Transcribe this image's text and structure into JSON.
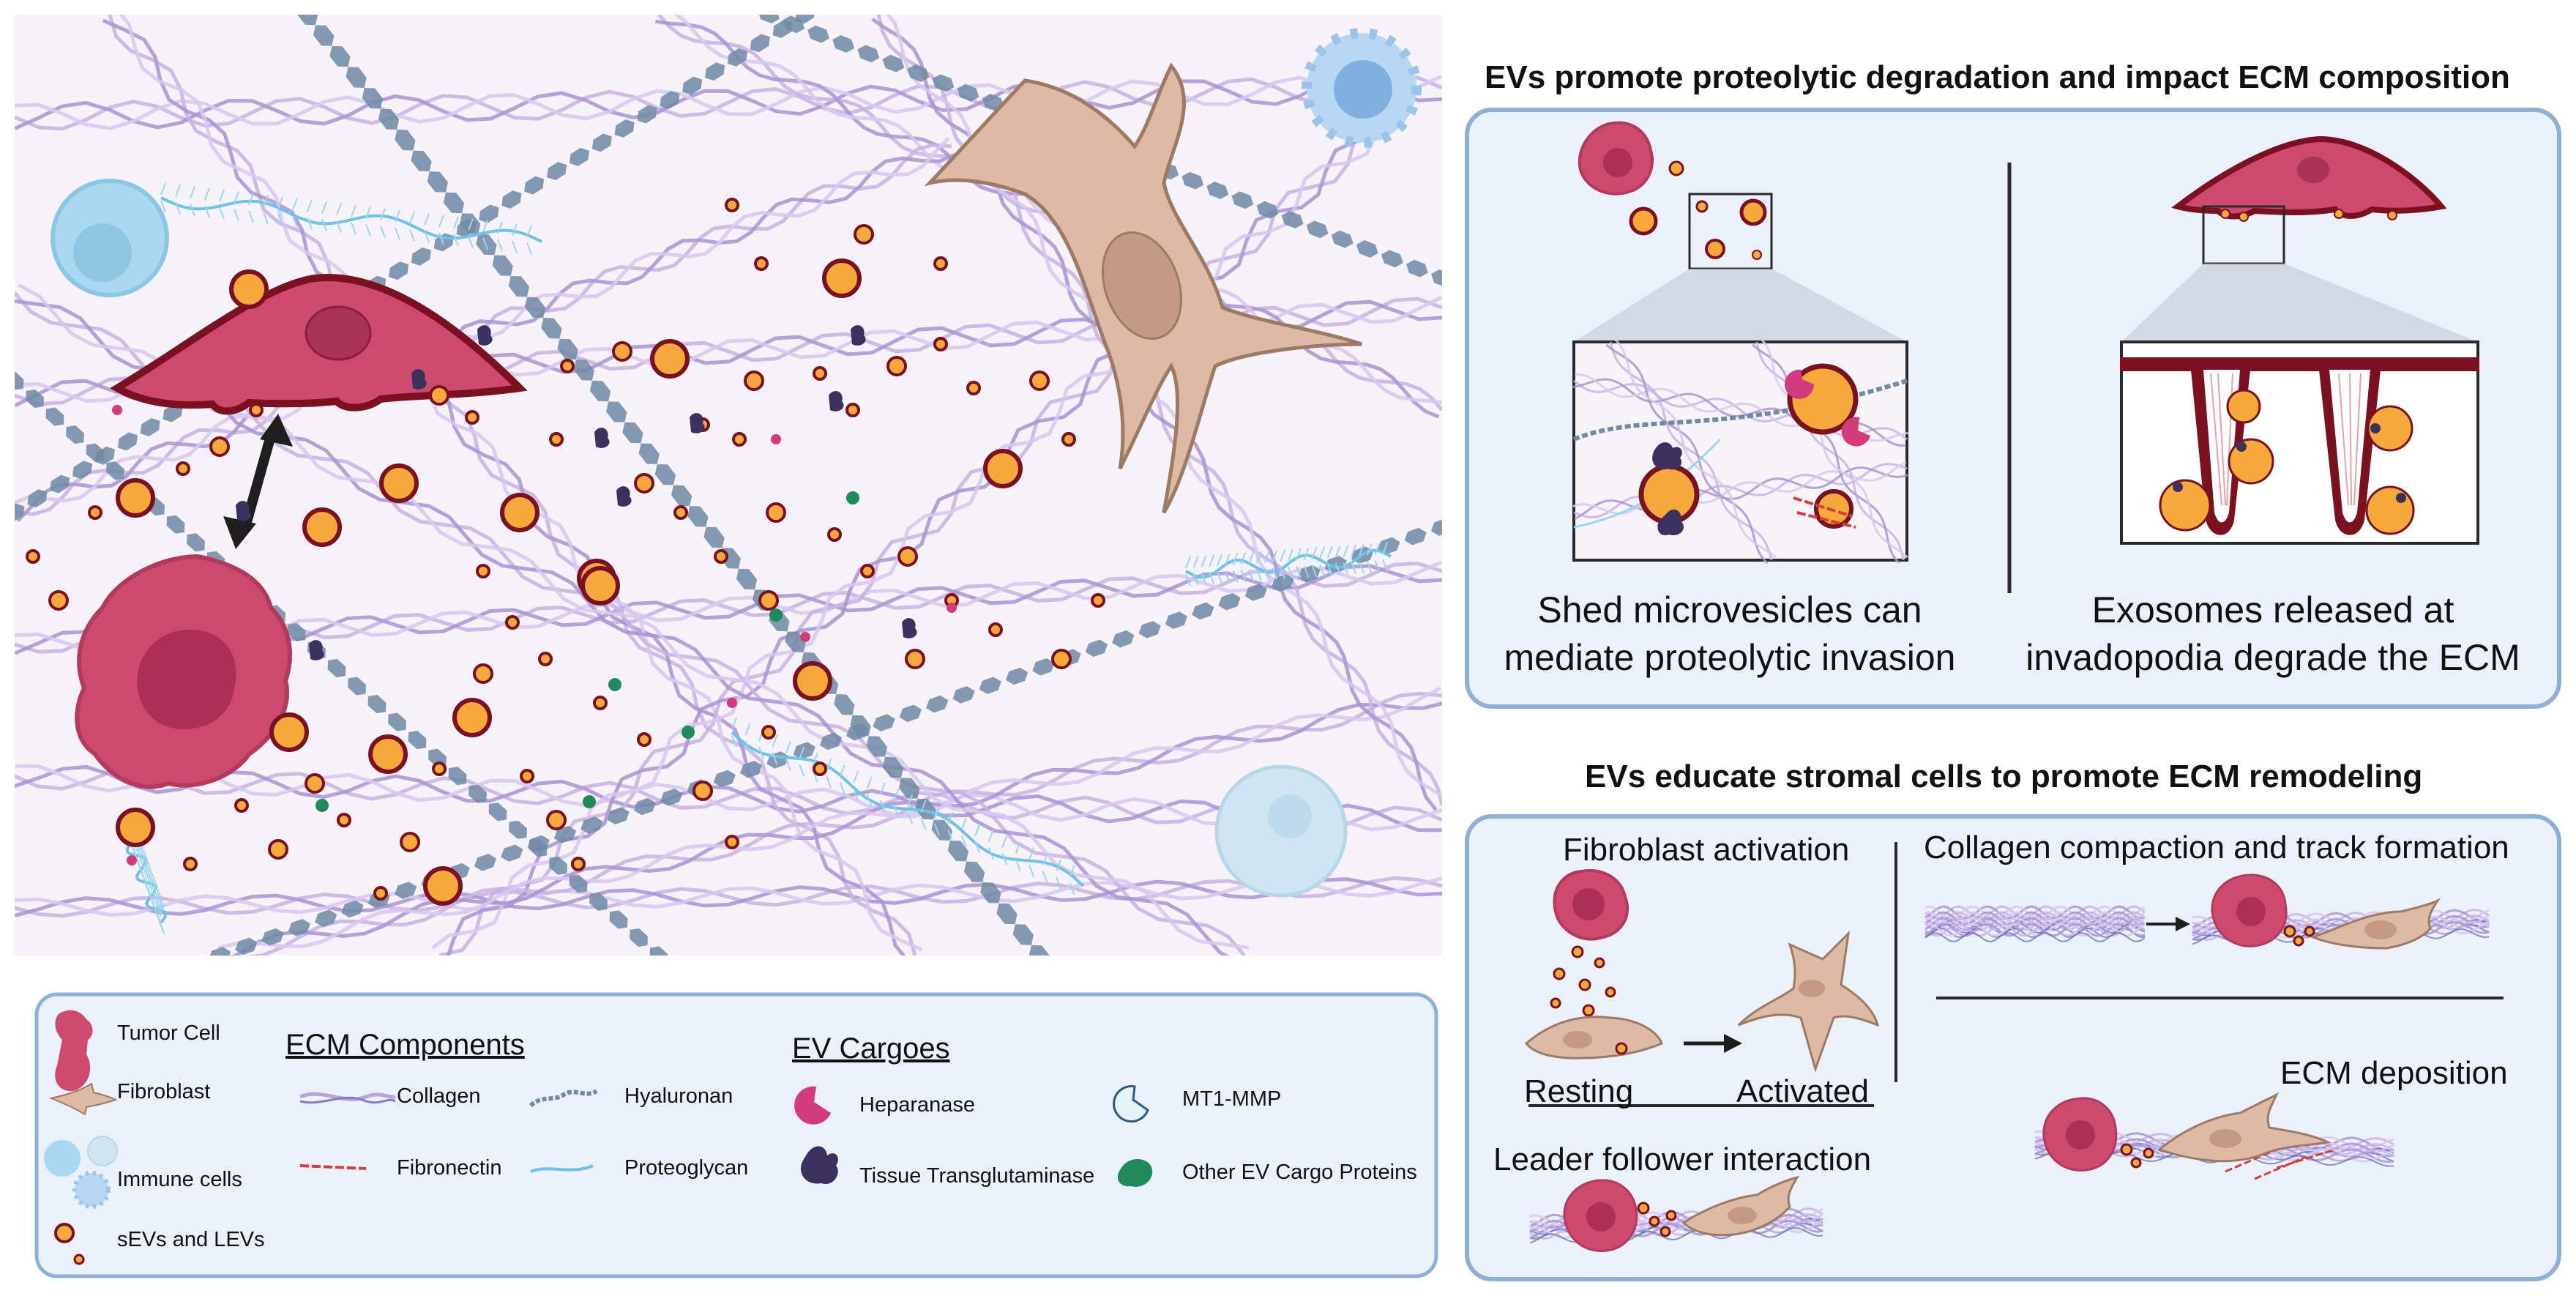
{
  "panel_top": {
    "title": "EVs promote proteolytic degradation and impact ECM composition",
    "left_caption_line1": "Shed microvesicles can",
    "left_caption_line2": "mediate proteolytic invasion",
    "right_caption_line1": "Exosomes released at",
    "right_caption_line2": "invadopodia degrade the ECM"
  },
  "panel_bottom": {
    "title": "EVs educate stromal cells to promote ECM remodeling",
    "fibroblast_activation": "Fibroblast activation",
    "resting": "Resting",
    "activated": "Activated",
    "collagen_compaction": "Collagen compaction and track formation",
    "ecm_deposition": "ECM deposition",
    "leader_follower": "Leader follower interaction"
  },
  "legend": {
    "tumor_cell": "Tumor Cell",
    "fibroblast": "Fibroblast",
    "immune_cells": "Immune cells",
    "evs": "sEVs and LEVs",
    "ecm_header": "ECM Components",
    "collagen": "Collagen",
    "hyaluronan": "Hyaluronan",
    "fibronectin": "Fibronectin",
    "proteoglycan": "Proteoglycan",
    "ev_header": "EV Cargoes",
    "heparanase": "Heparanase",
    "mt1mmp": "MT1-MMP",
    "tissue_transglutaminase": "Tissue Transglutaminase",
    "other_cargo": "Other EV Cargo Proteins"
  },
  "colors": {
    "tumor": "#c8416a",
    "tumor_dark": "#7a1020",
    "fibroblast": "#dcb9a6",
    "ev_fill": "#f7a83a",
    "ev_outline": "#7a1020",
    "collagen": "#b9a3d8",
    "hyaluronan": "#6f8aa5",
    "proteoglycan": "#6cc3e6",
    "fibronectin": "#d24040",
    "panel_bg": "#eaf1fa",
    "panel_border": "#8fb0d6"
  }
}
